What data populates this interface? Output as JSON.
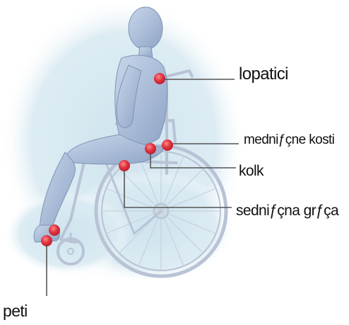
{
  "labels": {
    "lopatici": "lopatici",
    "mednicne_kosti": "medniƒçne kosti",
    "kolk": "kolk",
    "sednicna_grca": "sedniƒçna grƒça",
    "peti": "peti"
  },
  "colors": {
    "background_glow": "#cfe4ee",
    "figure": "#9aaecd",
    "wheelchair": "#b9c3d6",
    "pressure_point": "#e0323e",
    "leader_line": "#555555",
    "text": "#111111"
  }
}
